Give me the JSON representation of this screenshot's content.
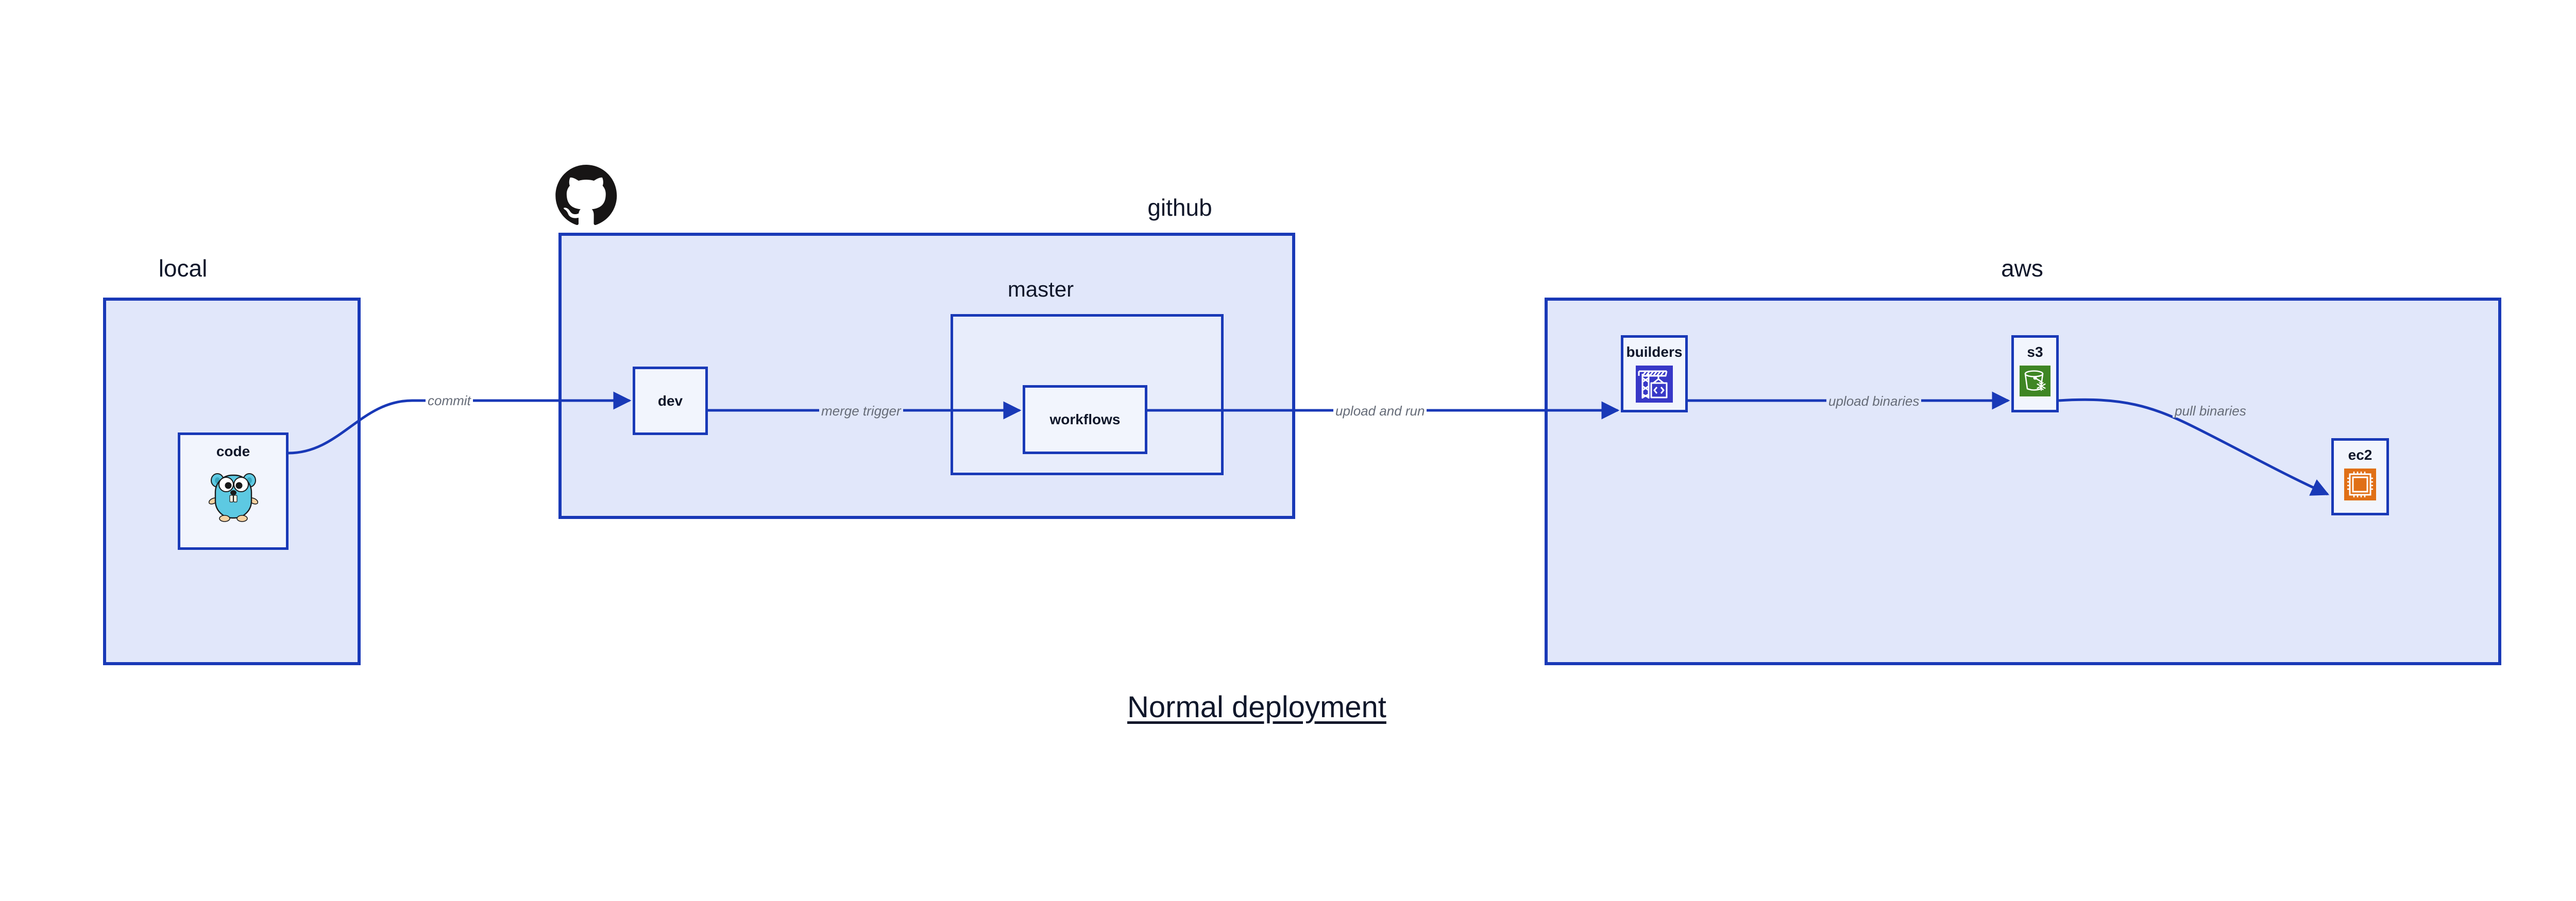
{
  "diagram": {
    "title": "Normal deployment",
    "background_color": "#ffffff",
    "accent_color": "#1939B7",
    "zone_fill": "#E1E7FA",
    "node_fill": "#F2F5FD",
    "label_color": "#666C78",
    "text_color": "#10172A"
  },
  "zones": [
    {
      "id": "local",
      "label": "local"
    },
    {
      "id": "github",
      "label": "github"
    },
    {
      "id": "master",
      "label": "master"
    },
    {
      "id": "aws",
      "label": "aws"
    }
  ],
  "nodes": [
    {
      "id": "code",
      "label": "code",
      "icon": "go-gopher-icon",
      "icon_color": "#5DC9E2"
    },
    {
      "id": "dev",
      "label": "dev",
      "icon": "none",
      "icon_color": ""
    },
    {
      "id": "workflows",
      "label": "workflows",
      "icon": "none",
      "icon_color": ""
    },
    {
      "id": "builders",
      "label": "builders",
      "icon": "aws-crane-icon",
      "icon_color": "#3838C7"
    },
    {
      "id": "s3",
      "label": "s3",
      "icon": "aws-bucket-icon",
      "icon_color": "#3F8624"
    },
    {
      "id": "ec2",
      "label": "ec2",
      "icon": "aws-chip-icon",
      "icon_color": "#E07017"
    }
  ],
  "edges": [
    {
      "id": "commit",
      "label": "commit",
      "from": "code",
      "to": "dev"
    },
    {
      "id": "merge-trigger",
      "label": "merge trigger",
      "from": "dev",
      "to": "workflows"
    },
    {
      "id": "upload-and-run",
      "label": "upload and run",
      "from": "workflows",
      "to": "builders"
    },
    {
      "id": "upload-binaries",
      "label": "upload binaries",
      "from": "builders",
      "to": "s3"
    },
    {
      "id": "pull-binaries",
      "label": "pull binaries",
      "from": "s3",
      "to": "ec2"
    }
  ],
  "logos": [
    {
      "id": "github-logo",
      "name": "github-octocat-icon",
      "color": "#171515"
    }
  ]
}
